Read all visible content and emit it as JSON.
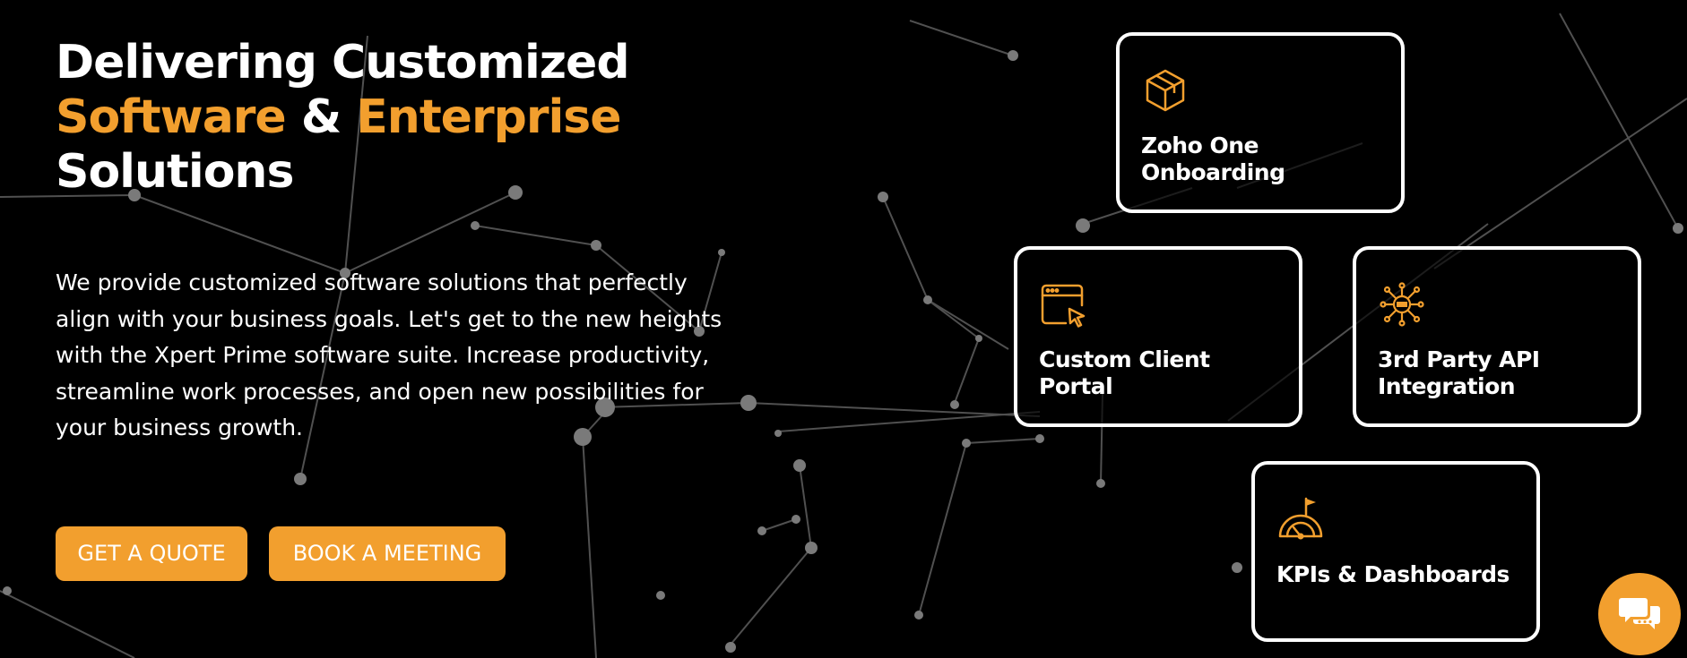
{
  "hero": {
    "title_line1": "Delivering Customized",
    "title_word_software": "Software",
    "title_amp": "&",
    "title_word_enterprise": "Enterprise",
    "title_line3": "Solutions",
    "description": "We provide customized software solutions that perfectly align with your business goals. Let's get to the new heights with the Xpert Prime software suite. Increase productivity, streamline work processes, and open new possibilities for your business growth."
  },
  "buttons": {
    "quote_label": "GET A QUOTE",
    "meeting_label": "BOOK A MEETING"
  },
  "cards": {
    "zoho": {
      "label": "Zoho One Onboarding",
      "icon": "cube-icon"
    },
    "portal": {
      "label": "Custom Client Portal",
      "icon": "browser-cursor-icon"
    },
    "api": {
      "label": "3rd Party API Integration",
      "icon": "api-network-icon"
    },
    "kpi": {
      "label": "KPIs & Dashboards",
      "icon": "gauge-flag-icon"
    }
  },
  "chat": {
    "icon": "chat-icon"
  },
  "colors": {
    "accent": "#f29f2e",
    "background": "#000000",
    "text": "#ffffff",
    "network_lines": "#6b6b6b"
  }
}
